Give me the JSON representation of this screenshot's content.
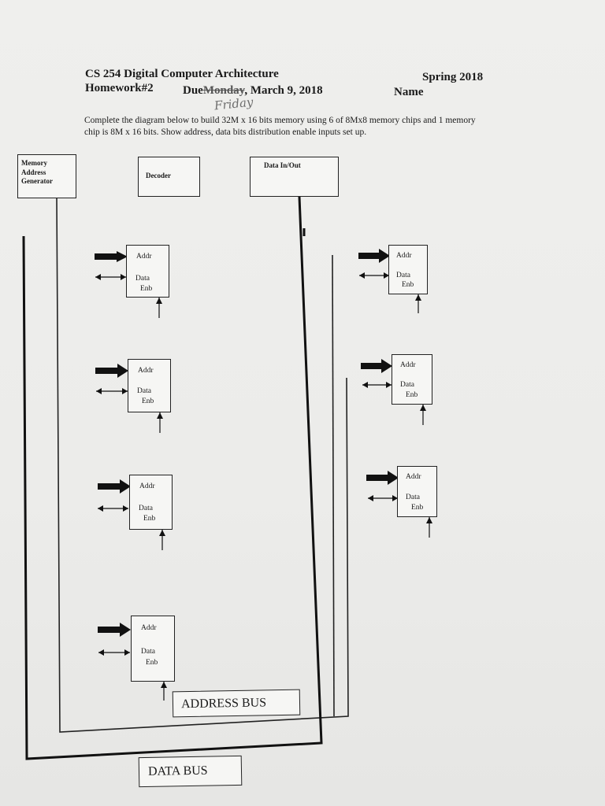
{
  "header": {
    "course": "CS 254 Digital Computer Architecture",
    "term": "Spring 2018",
    "homework": "Homework#2",
    "due_label": "Due",
    "due_struck": "Monday",
    "due_date": ", March 9, 2018",
    "due_handwritten": "Friday",
    "name_label": "Name"
  },
  "instructions": {
    "line1": "Complete the diagram below to build 32M x 16 bits memory using 6 of 8Mx8 memory chips and 1 memory",
    "line2": "chip is 8M x 16 bits. Show address, data bits distribution enable inputs set up."
  },
  "components": {
    "memory_address_generator": [
      "Memory",
      "Address",
      "Generator"
    ],
    "decoder": "Decoder",
    "data_in_out": "Data In/Out"
  },
  "chip_labels": {
    "addr": "Addr",
    "data": "Data",
    "enb": "Enb"
  },
  "buses": {
    "address": "ADDRESS BUS",
    "data": "DATA BUS"
  }
}
